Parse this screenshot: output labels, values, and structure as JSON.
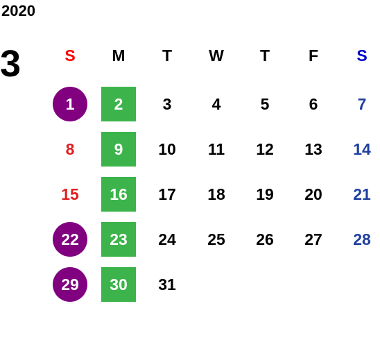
{
  "calendar": {
    "year": "2020",
    "month": "3",
    "weekdays": [
      {
        "label": "S",
        "color": "#ff0000"
      },
      {
        "label": "M",
        "color": "#000000"
      },
      {
        "label": "T",
        "color": "#000000"
      },
      {
        "label": "W",
        "color": "#000000"
      },
      {
        "label": "T",
        "color": "#000000"
      },
      {
        "label": "F",
        "color": "#000000"
      },
      {
        "label": "S",
        "color": "#0000cc"
      }
    ],
    "weeks": [
      [
        {
          "day": "1",
          "color": "#ffffff",
          "marker": "circle",
          "marker_color": "#800080"
        },
        {
          "day": "2",
          "color": "#ffffff",
          "marker": "square",
          "marker_color": "#3cb44b"
        },
        {
          "day": "3",
          "color": "#000000",
          "marker": "none"
        },
        {
          "day": "4",
          "color": "#000000",
          "marker": "none"
        },
        {
          "day": "5",
          "color": "#000000",
          "marker": "none"
        },
        {
          "day": "6",
          "color": "#000000",
          "marker": "none"
        },
        {
          "day": "7",
          "color": "#1f3f9f",
          "marker": "none"
        }
      ],
      [
        {
          "day": "8",
          "color": "#e02020",
          "marker": "none"
        },
        {
          "day": "9",
          "color": "#ffffff",
          "marker": "square",
          "marker_color": "#3cb44b"
        },
        {
          "day": "10",
          "color": "#000000",
          "marker": "none"
        },
        {
          "day": "11",
          "color": "#000000",
          "marker": "none"
        },
        {
          "day": "12",
          "color": "#000000",
          "marker": "none"
        },
        {
          "day": "13",
          "color": "#000000",
          "marker": "none"
        },
        {
          "day": "14",
          "color": "#1f3f9f",
          "marker": "none"
        }
      ],
      [
        {
          "day": "15",
          "color": "#e02020",
          "marker": "none"
        },
        {
          "day": "16",
          "color": "#ffffff",
          "marker": "square",
          "marker_color": "#3cb44b"
        },
        {
          "day": "17",
          "color": "#000000",
          "marker": "none"
        },
        {
          "day": "18",
          "color": "#000000",
          "marker": "none"
        },
        {
          "day": "19",
          "color": "#000000",
          "marker": "none"
        },
        {
          "day": "20",
          "color": "#000000",
          "marker": "none"
        },
        {
          "day": "21",
          "color": "#1f3f9f",
          "marker": "none"
        }
      ],
      [
        {
          "day": "22",
          "color": "#ffffff",
          "marker": "circle",
          "marker_color": "#800080"
        },
        {
          "day": "23",
          "color": "#ffffff",
          "marker": "square",
          "marker_color": "#3cb44b"
        },
        {
          "day": "24",
          "color": "#000000",
          "marker": "none"
        },
        {
          "day": "25",
          "color": "#000000",
          "marker": "none"
        },
        {
          "day": "26",
          "color": "#000000",
          "marker": "none"
        },
        {
          "day": "27",
          "color": "#000000",
          "marker": "none"
        },
        {
          "day": "28",
          "color": "#1f3f9f",
          "marker": "none"
        }
      ],
      [
        {
          "day": "29",
          "color": "#ffffff",
          "marker": "circle",
          "marker_color": "#800080"
        },
        {
          "day": "30",
          "color": "#ffffff",
          "marker": "square",
          "marker_color": "#3cb44b"
        },
        {
          "day": "31",
          "color": "#000000",
          "marker": "none"
        }
      ]
    ]
  }
}
